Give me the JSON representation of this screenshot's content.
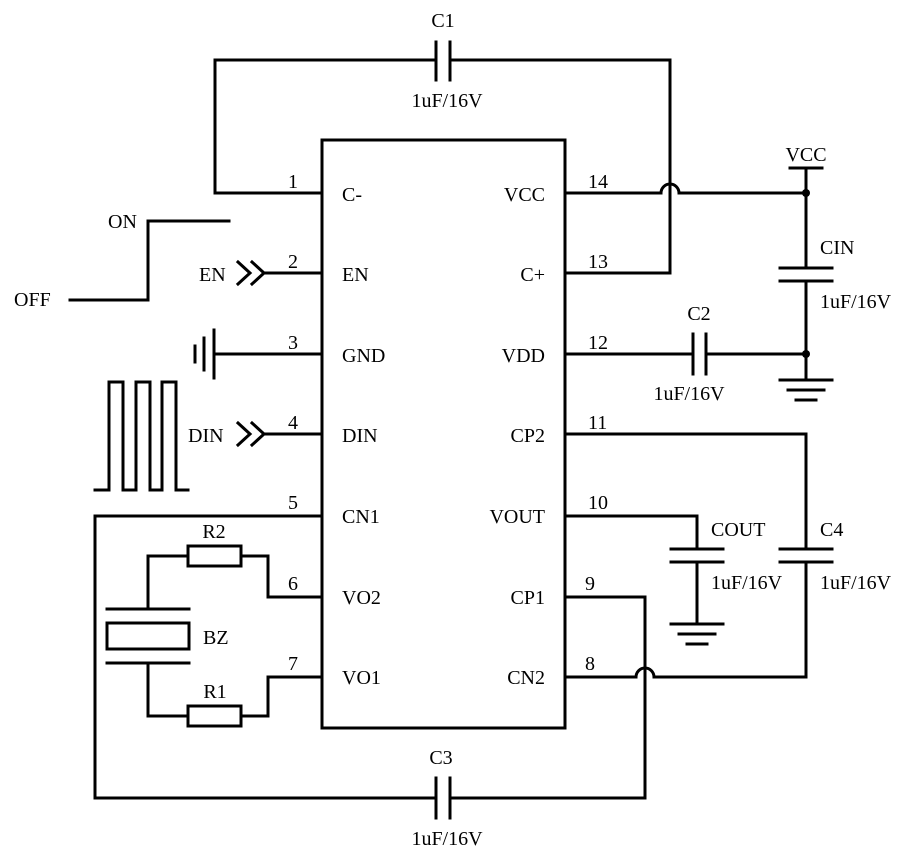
{
  "chip": {
    "left_pins": [
      {
        "num": "1",
        "name": "C-"
      },
      {
        "num": "2",
        "name": "EN"
      },
      {
        "num": "3",
        "name": "GND"
      },
      {
        "num": "4",
        "name": "DIN"
      },
      {
        "num": "5",
        "name": "CN1"
      },
      {
        "num": "6",
        "name": "VO2"
      },
      {
        "num": "7",
        "name": "VO1"
      }
    ],
    "right_pins": [
      {
        "num": "14",
        "name": "VCC"
      },
      {
        "num": "13",
        "name": "C+"
      },
      {
        "num": "12",
        "name": "VDD"
      },
      {
        "num": "11",
        "name": "CP2"
      },
      {
        "num": "10",
        "name": "VOUT"
      },
      {
        "num": "9",
        "name": "CP1"
      },
      {
        "num": "8",
        "name": "CN2"
      }
    ]
  },
  "components": {
    "c1": {
      "name": "C1",
      "value": "1uF/16V"
    },
    "c2": {
      "name": "C2",
      "value": "1uF/16V"
    },
    "c3": {
      "name": "C3",
      "value": "1uF/16V"
    },
    "c4": {
      "name": "C4",
      "value": "1uF/16V"
    },
    "cin": {
      "name": "CIN",
      "value": "1uF/16V"
    },
    "cout": {
      "name": "COUT",
      "value": "1uF/16V"
    },
    "r1": {
      "name": "R1"
    },
    "r2": {
      "name": "R2"
    },
    "bz": {
      "name": "BZ"
    }
  },
  "labels": {
    "vcc": "VCC",
    "on": "ON",
    "off": "OFF",
    "en": "EN",
    "din": "DIN"
  }
}
